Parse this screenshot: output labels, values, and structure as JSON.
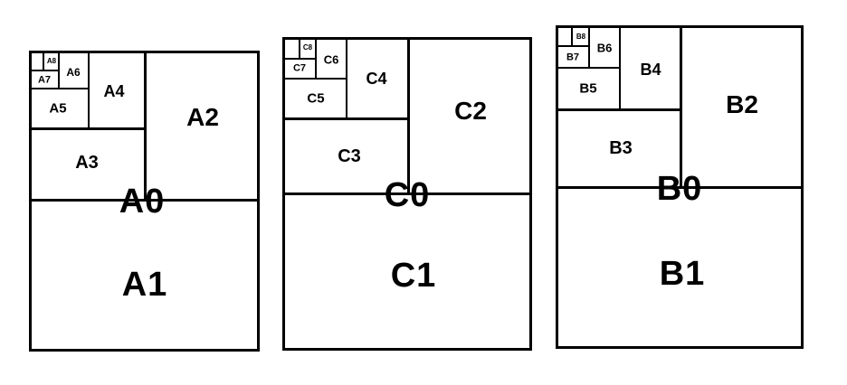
{
  "series": [
    {
      "labels": {
        "s0": "A0",
        "s1": "A1",
        "s2": "A2",
        "s3": "A3",
        "s4": "A4",
        "s5": "A5",
        "s6": "A6",
        "s7": "A7",
        "s8": "A8"
      }
    },
    {
      "labels": {
        "s0": "C0",
        "s1": "C1",
        "s2": "C2",
        "s3": "C3",
        "s4": "C4",
        "s5": "C5",
        "s6": "C6",
        "s7": "C7",
        "s8": "C8"
      }
    },
    {
      "labels": {
        "s0": "B0",
        "s1": "B1",
        "s2": "B2",
        "s3": "B3",
        "s4": "B4",
        "s5": "B5",
        "s6": "B6",
        "s7": "B7",
        "s8": "B8"
      }
    }
  ]
}
